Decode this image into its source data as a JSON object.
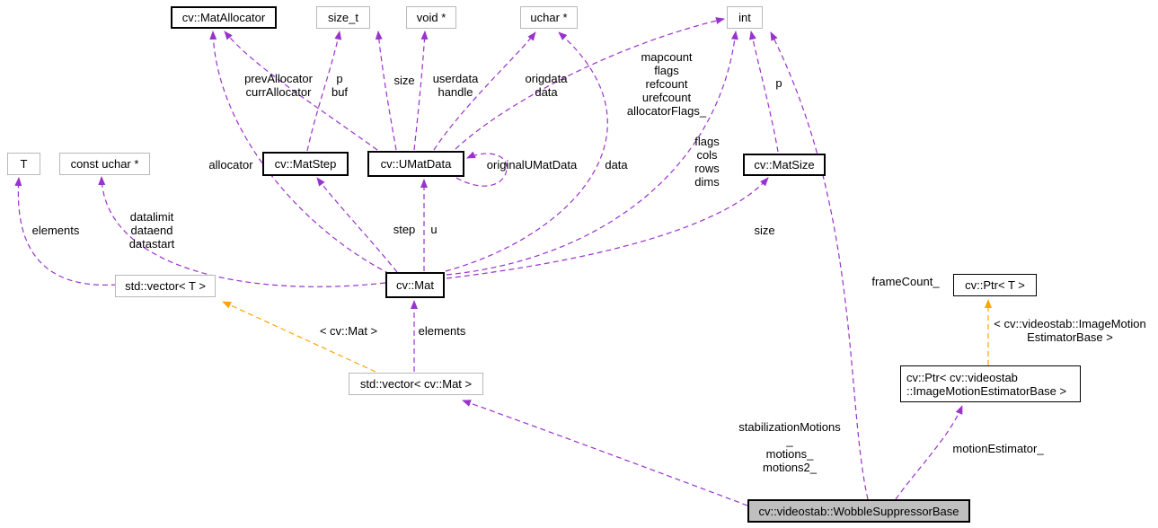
{
  "diagram": {
    "kind": "collaboration-graph",
    "colors": {
      "edge": "#9a32cd",
      "template_edge": "#ffa500",
      "main_node_fill": "#bfbfbf",
      "doc_node_border": "#000000",
      "template_node_border": "#b9b9b9"
    },
    "nodes": {
      "matallocator": {
        "label": "cv::MatAllocator"
      },
      "size_t": {
        "label": "size_t"
      },
      "void_ptr": {
        "label": "void *"
      },
      "uchar_ptr": {
        "label": "uchar *"
      },
      "int": {
        "label": "int"
      },
      "t": {
        "label": "T"
      },
      "const_uchar_ptr": {
        "label": "const uchar *"
      },
      "matstep": {
        "label": "cv::MatStep"
      },
      "umatdata": {
        "label": "cv::UMatData"
      },
      "matsize": {
        "label": "cv::MatSize"
      },
      "vector_t": {
        "label": "std::vector< T >"
      },
      "mat": {
        "label": "cv::Mat"
      },
      "ptr_t": {
        "label": "cv::Ptr< T >"
      },
      "vector_mat": {
        "label": "std::vector< cv::Mat >"
      },
      "ptr_ime": {
        "lines": [
          "cv::Ptr< cv::videostab",
          "::ImageMotionEstimatorBase >"
        ]
      },
      "wobble": {
        "label": "cv::videostab::WobbleSuppressorBase"
      }
    },
    "edge_labels": {
      "prev_curr_allocator": {
        "lines": [
          "prevAllocator",
          "currAllocator"
        ]
      },
      "p_buf": {
        "lines": [
          "p",
          "buf"
        ]
      },
      "size_umat": {
        "lines": [
          "size"
        ]
      },
      "userdata_handle": {
        "lines": [
          "userdata",
          "handle"
        ]
      },
      "origdata_data": {
        "lines": [
          "origdata",
          "data"
        ]
      },
      "umat_int_members": {
        "lines": [
          "mapcount",
          "flags",
          "refcount",
          "urefcount",
          "allocatorFlags_"
        ]
      },
      "p_matsize": {
        "lines": [
          "p"
        ]
      },
      "allocator": {
        "lines": [
          "allocator"
        ]
      },
      "original_umatdata": {
        "lines": [
          "originalUMatData"
        ]
      },
      "data_mat": {
        "lines": [
          "data"
        ]
      },
      "mat_int_members": {
        "lines": [
          "flags",
          "cols",
          "rows",
          "dims"
        ]
      },
      "elements_t": {
        "lines": [
          "elements"
        ]
      },
      "data_ptrs": {
        "lines": [
          "datalimit",
          "dataend",
          "datastart"
        ]
      },
      "step": {
        "lines": [
          "step"
        ]
      },
      "u": {
        "lines": [
          "u"
        ]
      },
      "size_matsize": {
        "lines": [
          "size"
        ]
      },
      "frame_count": {
        "lines": [
          "frameCount_"
        ]
      },
      "tmpl_cvmat": {
        "lines": [
          "< cv::Mat >"
        ]
      },
      "elements_vec": {
        "lines": [
          "elements"
        ]
      },
      "tmpl_ime": {
        "lines": [
          "< cv::videostab::ImageMotion",
          "EstimatorBase >"
        ]
      },
      "motions": {
        "lines": [
          "stabilizationMotions",
          "_",
          "motions_",
          "motions2_"
        ]
      },
      "motion_estimator": {
        "lines": [
          "motionEstimator_"
        ]
      }
    }
  }
}
